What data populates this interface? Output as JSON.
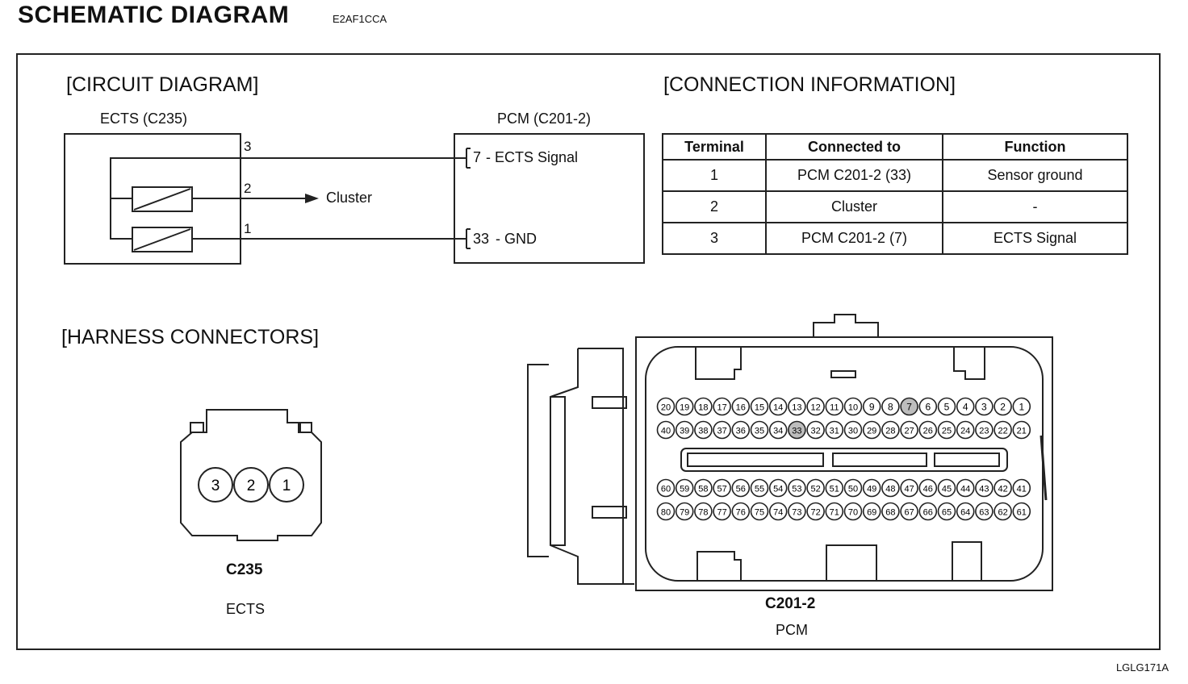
{
  "header": {
    "title": "SCHEMATIC DIAGRAM",
    "code": "E2AF1CCA"
  },
  "figure_code": "LGLG171A",
  "circuit": {
    "heading": "[CIRCUIT DIAGRAM]",
    "ects_label": "ECTS (C235)",
    "pcm_label": "PCM (C201-2)",
    "pin_3": "3",
    "pin_2": "2",
    "pin_1": "1",
    "cluster_label": "Cluster",
    "pcm_pin_7_num": "7",
    "pcm_pin_7_text": "- ECTS Signal",
    "pcm_pin_33_num": "33",
    "pcm_pin_33_text": "- GND"
  },
  "connection_info": {
    "heading": "[CONNECTION INFORMATION]",
    "columns": [
      "Terminal",
      "Connected to",
      "Function"
    ],
    "rows": [
      [
        "1",
        "PCM C201-2 (33)",
        "Sensor ground"
      ],
      [
        "2",
        "Cluster",
        "-"
      ],
      [
        "3",
        "PCM C201-2 (7)",
        "ECTS Signal"
      ]
    ]
  },
  "harness": {
    "heading": "[HARNESS CONNECTORS]",
    "c235": {
      "pins": [
        "3",
        "2",
        "1"
      ],
      "code": "C235",
      "name": "ECTS"
    },
    "c201": {
      "code": "C201-2",
      "name": "PCM",
      "row1": [
        "20",
        "19",
        "18",
        "17",
        "16",
        "15",
        "14",
        "13",
        "12",
        "11",
        "10",
        "9",
        "8",
        "7",
        "6",
        "5",
        "4",
        "3",
        "2",
        "1"
      ],
      "row2": [
        "40",
        "39",
        "38",
        "37",
        "36",
        "35",
        "34",
        "33",
        "32",
        "31",
        "30",
        "29",
        "28",
        "27",
        "26",
        "25",
        "24",
        "23",
        "22",
        "21"
      ],
      "row3": [
        "60",
        "59",
        "58",
        "57",
        "56",
        "55",
        "54",
        "53",
        "52",
        "51",
        "50",
        "49",
        "48",
        "47",
        "46",
        "45",
        "44",
        "43",
        "42",
        "41"
      ],
      "row4": [
        "80",
        "79",
        "78",
        "77",
        "76",
        "75",
        "74",
        "73",
        "72",
        "71",
        "70",
        "69",
        "68",
        "67",
        "66",
        "65",
        "64",
        "63",
        "62",
        "61"
      ],
      "active_pins": [
        "7",
        "33"
      ]
    }
  }
}
